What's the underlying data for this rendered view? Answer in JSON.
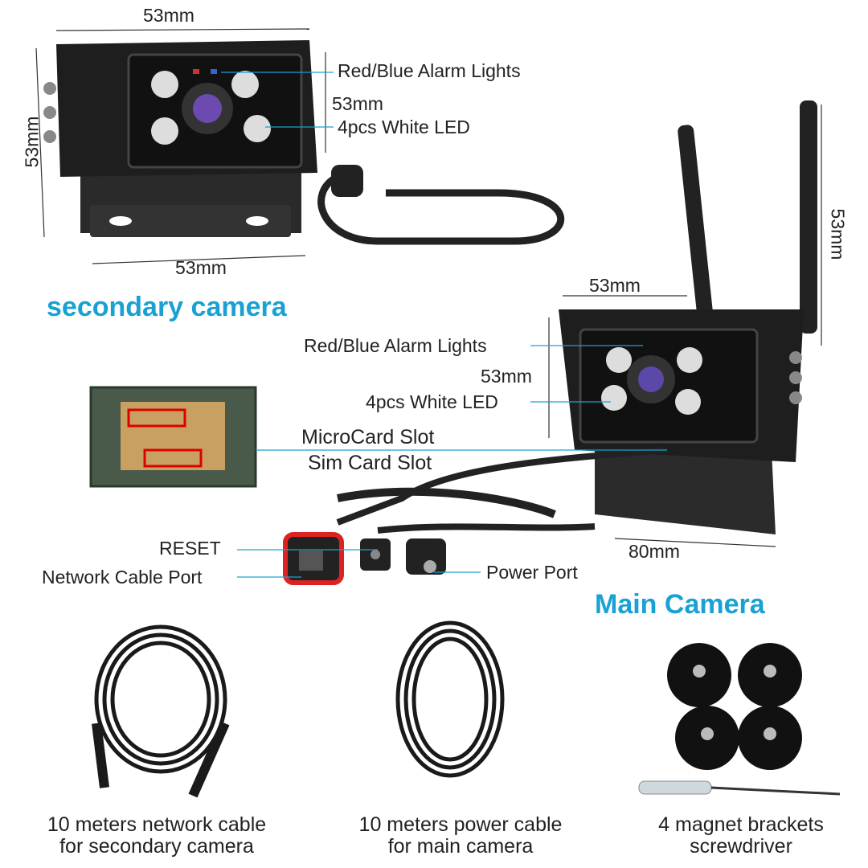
{
  "accent_color": "#1aa1d3",
  "secondary_camera": {
    "title": "secondary camera",
    "dim_top": "53mm",
    "dim_left": "53mm",
    "dim_bottom": "53mm",
    "dim_side": "53mm",
    "alarm_label": "Red/Blue Alarm Lights",
    "led_label": "4pcs White LED"
  },
  "main_camera": {
    "title": "Main Camera",
    "dim_top": "53mm",
    "dim_right": "53mm",
    "dim_side": "53mm",
    "dim_bottom": "80mm",
    "alarm_label": "Red/Blue Alarm Lights",
    "led_label": "4pcs White LED",
    "microcard_label": "MicroCard Slot",
    "sim_label": "Sim Card Slot",
    "reset_label": "RESET",
    "network_label": "Network Cable Port",
    "power_label": "Power Port"
  },
  "accessories": [
    {
      "line1": "10 meters network cable",
      "line2": "for secondary camera"
    },
    {
      "line1": "10 meters power cable",
      "line2": "for main camera"
    },
    {
      "line1": "4 magnet brackets",
      "line2": "screwdriver"
    }
  ]
}
